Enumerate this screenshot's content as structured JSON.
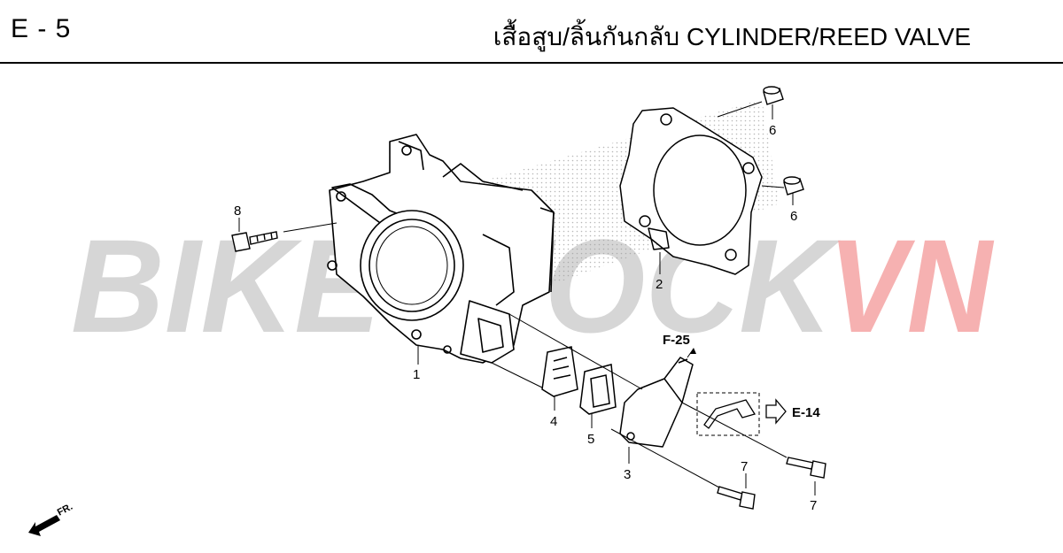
{
  "header": {
    "page_code": "E - 5",
    "title": "เสื้อสูบ/ลิ้นกันกลับ CYLINDER/REED VALVE"
  },
  "watermark": {
    "part1": "BIKESTOCK",
    "part2": "VN",
    "color1": "#c8c8c8",
    "color2": "#f4a7a7"
  },
  "callouts": {
    "p1": "1",
    "p2": "2",
    "p3": "3",
    "p4": "4",
    "p5": "5",
    "p6a": "6",
    "p6b": "6",
    "p7a": "7",
    "p7b": "7",
    "p8": "8"
  },
  "references": {
    "f25": "F-25",
    "e14": "E-14"
  },
  "front_indicator": "FR."
}
